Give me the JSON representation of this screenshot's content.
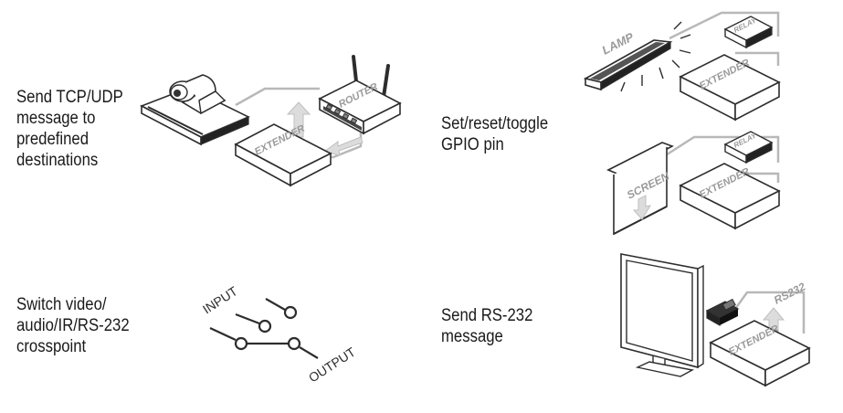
{
  "captions": {
    "tcp": "Send TCP/UDP\nmessage to\npredefined\ndestinations",
    "gpio": "Set/reset/toggle\nGPIO pin",
    "crosspoint": "Switch video/\naudio/IR/RS-232\ncrosspoint",
    "rs232": "Send RS-232\nmessage"
  },
  "labels": {
    "router": "ROUTER",
    "extender": "EXTENDER",
    "lamp": "LAMP",
    "relay": "RELAY",
    "screen": "SCREEN",
    "input": "INPUT",
    "output": "OUTPUT",
    "rs232": "RS232"
  },
  "colors": {
    "line": "#3a3a3a",
    "wire": "#b8b8b8",
    "arrow": "#cfcfcf",
    "label": "#9a9a9a"
  }
}
